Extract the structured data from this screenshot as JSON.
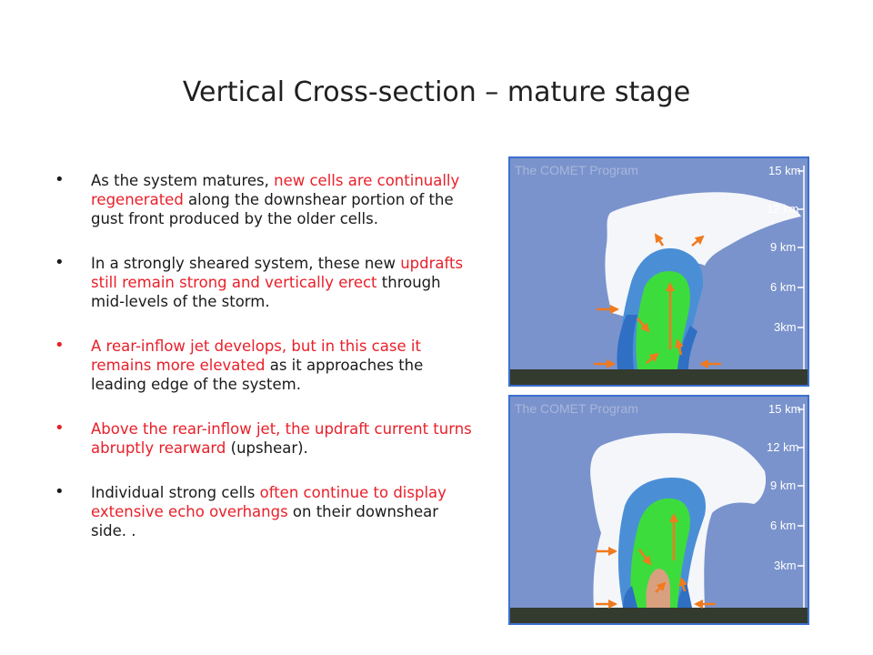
{
  "slide": {
    "title": "Vertical Cross-section – mature stage"
  },
  "bullets": [
    {
      "bullet_color": "#1a1a1a",
      "segments": [
        {
          "text": "As the system matures, ",
          "color": "#1a1a1a"
        },
        {
          "text": "new cells are continually regenerated",
          "color": "#e8202a"
        },
        {
          "text": " along the downshear portion of the gust front produced by the older cells.",
          "color": "#1a1a1a"
        }
      ]
    },
    {
      "bullet_color": "#1a1a1a",
      "segments": [
        {
          "text": "In a strongly sheared system, these new ",
          "color": "#1a1a1a"
        },
        {
          "text": "updrafts still remain strong and vertically erect",
          "color": "#e8202a"
        },
        {
          "text": " through mid-levels of the storm.",
          "color": "#1a1a1a"
        }
      ]
    },
    {
      "bullet_color": "#e8202a",
      "segments": [
        {
          "text": "A rear-inflow jet develops, but in this case it remains more elevated",
          "color": "#e8202a"
        },
        {
          "text": " as it approaches the leading edge of the system.",
          "color": "#1a1a1a"
        }
      ]
    },
    {
      "bullet_color": "#e8202a",
      "segments": [
        {
          "text": "Above the rear-inflow jet, the updraft current turns abruptly rearward",
          "color": "#e8202a"
        },
        {
          "text": " (upshear).",
          "color": "#1a1a1a"
        }
      ]
    },
    {
      "bullet_color": "#1a1a1a",
      "segments": [
        {
          "text": " Individual strong cells ",
          "color": "#1a1a1a"
        },
        {
          "text": "often continue to display extensive echo overhangs",
          "color": "#e8202a"
        },
        {
          "text": " on their downshear side. .",
          "color": "#1a1a1a"
        }
      ]
    }
  ],
  "figures": [
    {
      "watermark": "The COMET Program",
      "height_labels": [
        "15 km",
        "12 km",
        "9 km",
        "6 km",
        "3km"
      ]
    },
    {
      "watermark": "The COMET Program",
      "height_labels": [
        "15 km",
        "12 km",
        "9 km",
        "6 km",
        "3km"
      ]
    }
  ],
  "colors": {
    "sky": "#7a93cc",
    "anvil": "#f4f6fa",
    "echo_outer": "#4a8fd6",
    "echo_blue": "#2f6fc4",
    "echo_green": "#3ddc3d",
    "echo_core": "#d9a080",
    "ground": "#333a2e",
    "arrow": "#f07a1e",
    "label": "#ffffff"
  }
}
